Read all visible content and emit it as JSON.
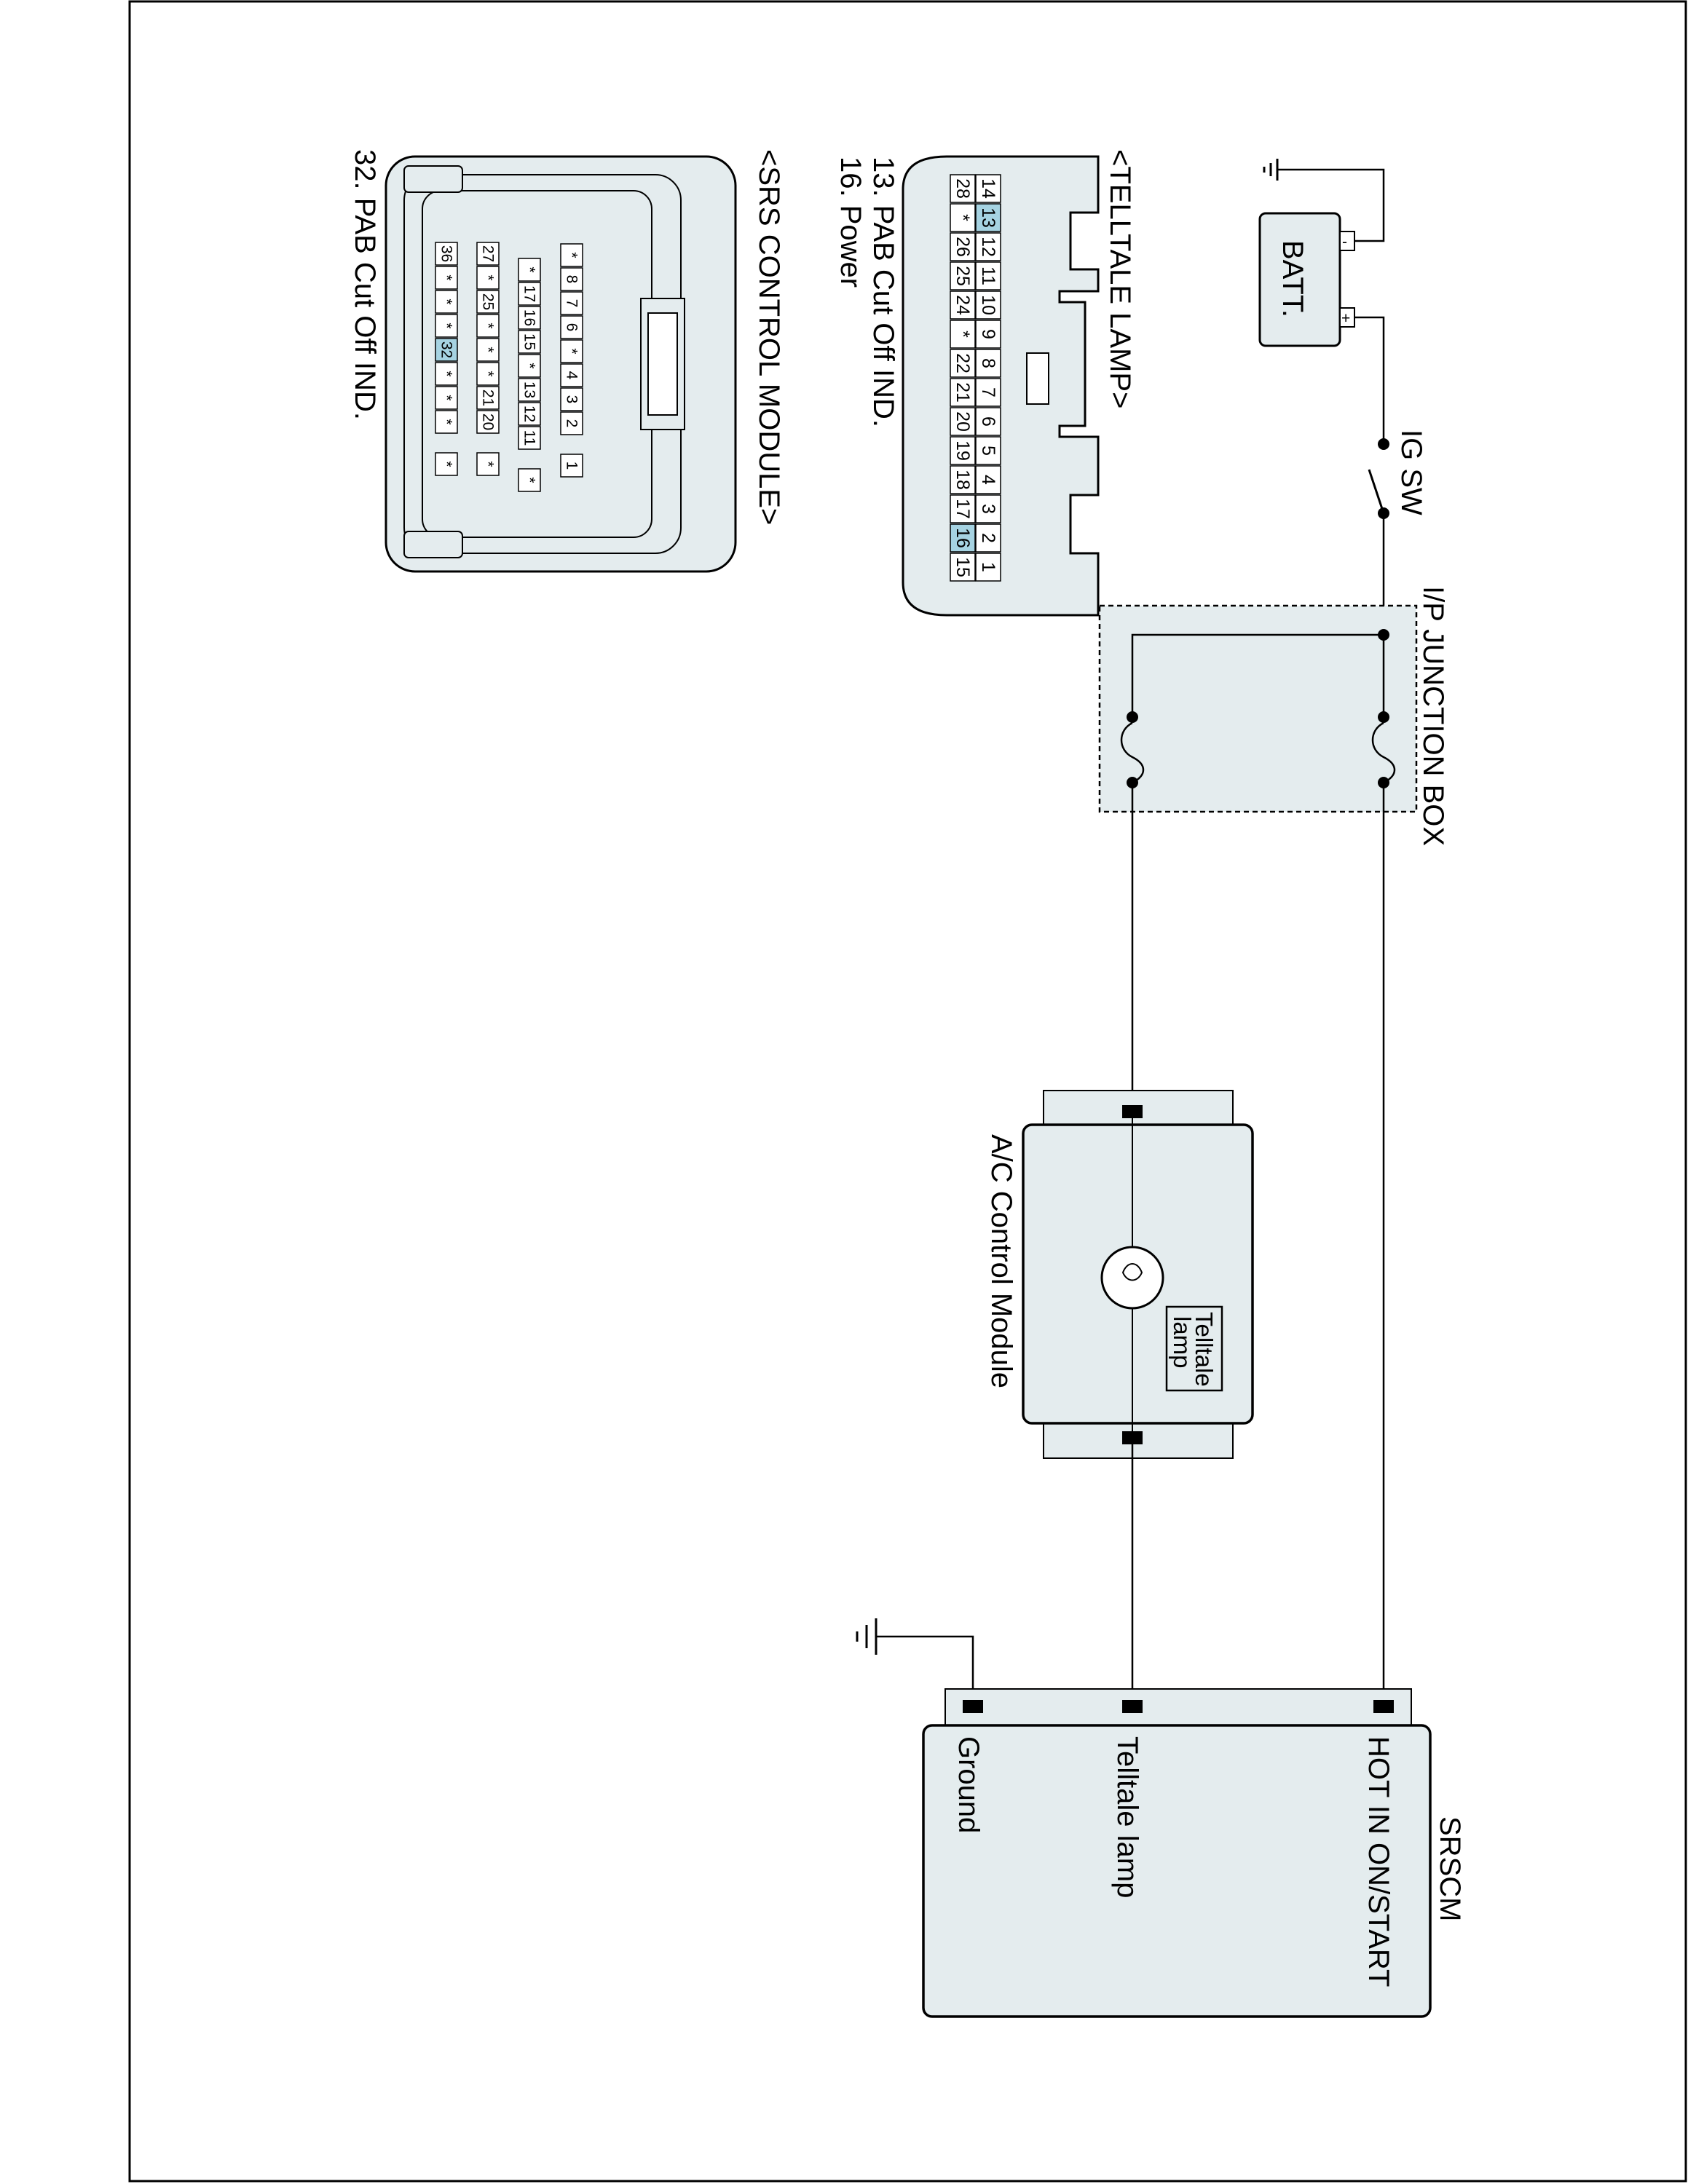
{
  "batt": {
    "label": "BATT.",
    "neg": "-",
    "pos": "+"
  },
  "ig_sw": {
    "label": "IG SW"
  },
  "junction_box": {
    "label": "I/P JUNCTION BOX"
  },
  "ac_module": {
    "label": "A/C Control Module",
    "lamp_label_1": "Telltale",
    "lamp_label_2": "lamp"
  },
  "srscm": {
    "title": "SRSCM",
    "pins": {
      "hot": "HOT IN ON/START",
      "telltale": "Telltale lamp",
      "ground": "Ground"
    }
  },
  "telltale_connector": {
    "title": "<TELLTALE LAMP>",
    "notes": [
      "13. PAB Cut Off IND.",
      "16. Power"
    ],
    "top_row": [
      "14",
      "13",
      "12",
      "11",
      "10",
      "9",
      "8",
      "7",
      "6",
      "5",
      "4",
      "3",
      "2",
      "1"
    ],
    "bottom_row": [
      "28",
      "*",
      "26",
      "25",
      "24",
      "*",
      "22",
      "21",
      "20",
      "19",
      "18",
      "17",
      "16",
      "15"
    ],
    "highlight": [
      "13",
      "16"
    ]
  },
  "srs_connector": {
    "title": "<SRS CONTROL MODULE>",
    "notes": [
      "32. PAB Cut Off IND."
    ],
    "row1": [
      "*",
      "8",
      "7",
      "6",
      "*",
      "4",
      "3",
      "2",
      "1"
    ],
    "row2": [
      "*",
      "17",
      "16",
      "15",
      "*",
      "13",
      "12",
      "11",
      "*"
    ],
    "row3": [
      "27",
      "*",
      "25",
      "*",
      "*",
      "*",
      "21",
      "20",
      "*"
    ],
    "row4": [
      "36",
      "*",
      "*",
      "*",
      "32",
      "*",
      "*",
      "*",
      "*"
    ],
    "highlight": [
      "32"
    ]
  },
  "colors": {
    "fill": "#e4ecee",
    "highlight": "#a6d3e2",
    "line": "#000000"
  }
}
